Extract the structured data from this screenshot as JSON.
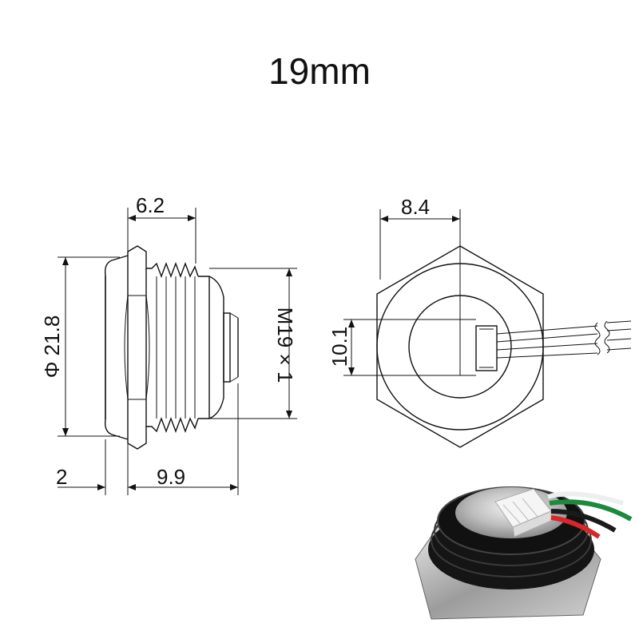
{
  "title": "19mm",
  "side_view": {
    "width_top": "6.2",
    "diameter": "Φ 21.8",
    "thread": "M19 × 1",
    "flange": "2",
    "depth": "9.9"
  },
  "front_view": {
    "offset": "8.4",
    "height": "10.1"
  },
  "colors": {
    "line": "#111111",
    "wire_red": "#d8262a",
    "wire_green": "#1c8a3c",
    "wire_black": "#1a1a1a",
    "wire_white": "#eeeeee"
  }
}
